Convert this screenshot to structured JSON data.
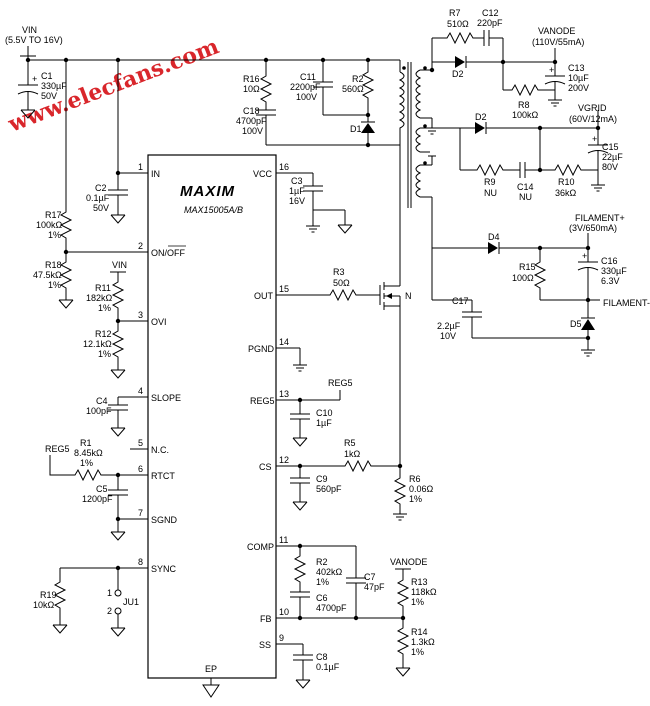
{
  "watermark": "www.elecfans.com",
  "ic": {
    "logo": "MAXIM",
    "part": "MAX15005A/B",
    "ep": "EP"
  },
  "pins": {
    "in": {
      "num": "1",
      "name": "IN"
    },
    "onoff": {
      "num": "2",
      "name": "ON/OFF"
    },
    "ovi": {
      "num": "3",
      "name": "OVI"
    },
    "slope": {
      "num": "4",
      "name": "SLOPE"
    },
    "nc": {
      "num": "5",
      "name": "N.C."
    },
    "rtct": {
      "num": "6",
      "name": "RTCT"
    },
    "sgnd": {
      "num": "7",
      "name": "SGND"
    },
    "sync": {
      "num": "8",
      "name": "SYNC"
    },
    "ss": {
      "num": "9",
      "name": "SS"
    },
    "fb": {
      "num": "10",
      "name": "FB"
    },
    "comp": {
      "num": "11",
      "name": "COMP"
    },
    "cs": {
      "num": "12",
      "name": "CS"
    },
    "reg5": {
      "num": "13",
      "name": "REG5"
    },
    "pgnd": {
      "num": "14",
      "name": "PGND"
    },
    "out": {
      "num": "15",
      "name": "OUT"
    },
    "vcc": {
      "num": "16",
      "name": "VCC"
    }
  },
  "nets": {
    "vin": "VIN",
    "vin_range": "(5.5V TO 16V)",
    "vin2": "VIN",
    "reg5a": "REG5",
    "reg5b": "REG5",
    "vanode1": "VANODE",
    "vanode1_spec": "(110V/55mA)",
    "vanode2": "VANODE",
    "vgrid": "VGRID",
    "vgrid_spec": "(60V/12mA)",
    "fil_plus": "FILAMENT+",
    "fil_spec": "(3V/650mA)",
    "fil_minus": "FILAMENT-",
    "mosfet_type": "N"
  },
  "parts": {
    "c1": [
      "C1",
      "330µF",
      "50V"
    ],
    "c2": [
      "C2",
      "0.1µF",
      "50V"
    ],
    "c3": [
      "C3",
      "1µF",
      "16V"
    ],
    "c4": [
      "C4",
      "100pF"
    ],
    "c5": [
      "C5",
      "1200pF"
    ],
    "c6": [
      "C6",
      "4700pF"
    ],
    "c7": [
      "C7",
      "47pF"
    ],
    "c8": [
      "C8",
      "0.1µF"
    ],
    "c9": [
      "C9",
      "560pF"
    ],
    "c10": [
      "C10",
      "1µF"
    ],
    "c11": [
      "C11",
      "2200pF",
      "100V"
    ],
    "c12": [
      "C12",
      "220pF"
    ],
    "c13": [
      "C13",
      "10µF",
      "200V"
    ],
    "c14": [
      "C14",
      "NU"
    ],
    "c15": [
      "C15",
      "22µF",
      "80V"
    ],
    "c16": [
      "C16",
      "330µF",
      "6.3V"
    ],
    "c17": [
      "C17",
      "2.2µF",
      "10V"
    ],
    "c18": [
      "C18",
      "4700pF",
      "100V"
    ],
    "r1": [
      "R1",
      "8.45kΩ",
      "1%"
    ],
    "r2a": [
      "R2",
      "560Ω"
    ],
    "r2b": [
      "R2",
      "402kΩ",
      "1%"
    ],
    "r3": [
      "R3",
      "50Ω"
    ],
    "r5": [
      "R5",
      "1kΩ"
    ],
    "r6": [
      "R6",
      "0.06Ω",
      "1%"
    ],
    "r7": [
      "R7",
      "510Ω"
    ],
    "r8": [
      "R8",
      "100kΩ"
    ],
    "r9": [
      "R9",
      "NU"
    ],
    "r10": [
      "R10",
      "36kΩ"
    ],
    "r11": [
      "R11",
      "182kΩ",
      "1%"
    ],
    "r12": [
      "R12",
      "12.1kΩ",
      "1%"
    ],
    "r13": [
      "R13",
      "118kΩ",
      "1%"
    ],
    "r14": [
      "R14",
      "1.3kΩ",
      "1%"
    ],
    "r15": [
      "R15",
      "100Ω"
    ],
    "r16": [
      "R16",
      "10Ω"
    ],
    "r17": [
      "R17",
      "100kΩ",
      "1%"
    ],
    "r18": [
      "R18",
      "47.5kΩ",
      "1%"
    ],
    "r19": [
      "R19",
      "10kΩ"
    ],
    "d1": "D1",
    "d2a": "D2",
    "d2b": "D2",
    "d4": "D4",
    "d5": "D5",
    "ju1": "JU1",
    "ju1_p1": "1",
    "ju1_p2": "2"
  }
}
